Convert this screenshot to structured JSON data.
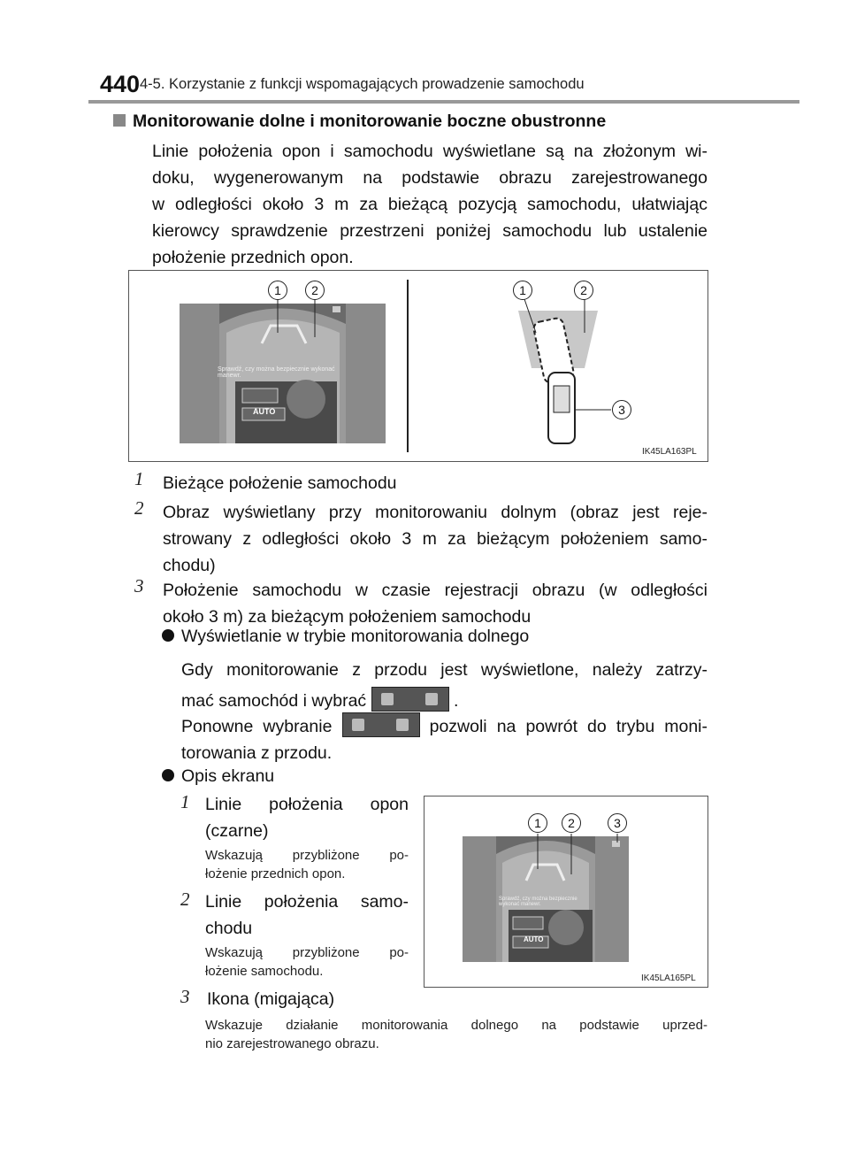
{
  "header": {
    "page_number": "440",
    "section": "4-5. Korzystanie z funkcji wspomagających prowadzenie samochodu"
  },
  "heading": "Monitorowanie dolne i monitorowanie boczne obustronne",
  "intro": {
    "lines": [
      "Linie położenia opon i samochodu wyświetlane są na złożonym wi-",
      "doku, wygenerowanym na podstawie obrazu zarejestrowanego",
      "w odległości około 3 m za bieżącą pozycją samochodu, ułatwiając",
      "kierowcy sprawdzenie przestrzeni poniżej samochodu lub ustalenie"
    ],
    "last": "położenie przednich opon."
  },
  "figure1": {
    "id": "IK45LA163PL",
    "screen_text": "Sprawdź, czy można bezpiecznie wykonać manewr.",
    "auto_label": "AUTO",
    "callouts_left": [
      "1",
      "2"
    ],
    "callouts_right": [
      "1",
      "2",
      "3"
    ]
  },
  "legend1": [
    {
      "num": "1",
      "lines": [],
      "last": "Bieżące położenie samochodu"
    },
    {
      "num": "2",
      "lines": [
        "Obraz wyświetlany przy monitorowaniu dolnym (obraz jest reje-",
        "strowany z odległości około 3 m za bieżącym położeniem samo-"
      ],
      "last": "chodu)"
    },
    {
      "num": "3",
      "lines": [
        "Położenie samochodu w czasie rejestracji obrazu (w odległości"
      ],
      "last": "około 3 m) za bieżącym położeniem samochodu"
    }
  ],
  "sub1": {
    "title": "Wyświetlanie w trybie monitorowania dolnego",
    "p1_line1": "Gdy monitorowanie z przodu jest wyświetlone, należy zatrzy-",
    "p1_line2a": "mać samochód i wybrać",
    "p1_line2b": ".",
    "p2_line1a": "Ponowne wybranie",
    "p2_line1b": "pozwoli na powrót do trybu moni-",
    "p2_line2": "torowania z przodu."
  },
  "sub2": {
    "title": "Opis ekranu",
    "items": [
      {
        "num": "1",
        "title_lines": [
          "Linie położenia opon"
        ],
        "title_last": "(czarne)",
        "desc_lines": [
          "Wskazują przybliżone po-"
        ],
        "desc_last": "łożenie przednich opon."
      },
      {
        "num": "2",
        "title_lines": [
          "Linie położenia samo-"
        ],
        "title_last": "chodu",
        "desc_lines": [
          "Wskazują przybliżone po-"
        ],
        "desc_last": "łożenie samochodu."
      },
      {
        "num": "3",
        "title_lines": [],
        "title_last": "Ikona (migająca)",
        "desc_lines": [
          "Wskazuje działanie monitorowania dolnego na podstawie uprzed-"
        ],
        "desc_last": "nio zarejestrowanego obrazu."
      }
    ]
  },
  "figure2": {
    "id": "IK45LA165PL",
    "screen_text": "Sprawdź, czy można bezpiecznie wykonać manewr.",
    "auto_label": "AUTO",
    "callouts": [
      "1",
      "2",
      "3"
    ]
  }
}
